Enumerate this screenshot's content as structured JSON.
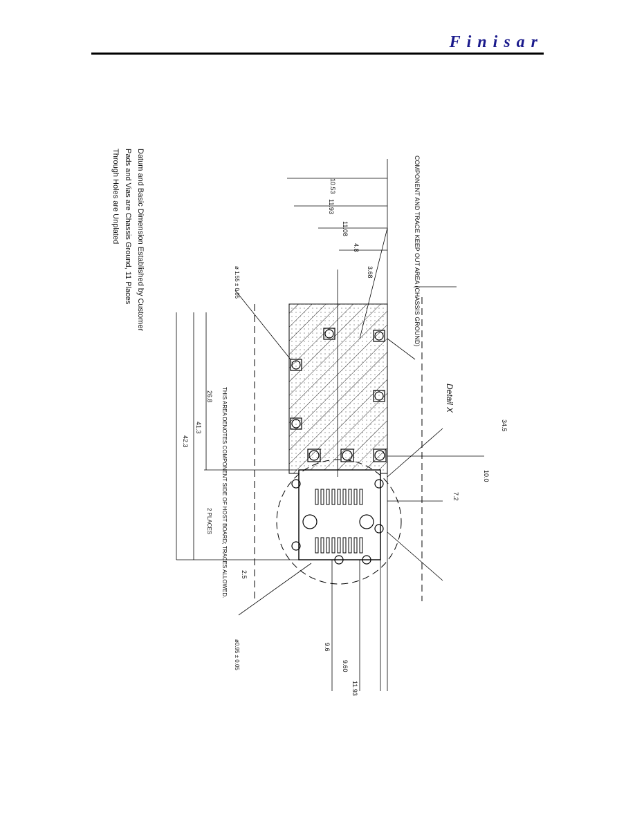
{
  "header": {
    "brand": "Finisar"
  },
  "notes": [
    "Datum and Basic Dimension Established by Customer",
    "Pads and Vias are Chassis Ground, 11 Places",
    "Through Holes are Unplated"
  ],
  "callouts": {
    "component_area": "COMPONENT AND TRACE KEEP OUT AREA (CHASSIS GROUND)",
    "pad_area": "THIS AREA DENOTES COMPONENT SIDE OF HOST BOARD; TRACES ALLOWED.",
    "detail": "Detail X",
    "hole_note_places": "2 PLACES",
    "pad_note": "ø0.95 ± 0.05",
    "via_note": "ø 1.55 ± 0.05"
  },
  "dimensions": {
    "d1": "10.53",
    "d2": "11.93",
    "d3": "11.08",
    "d4": "4.8",
    "d5": "9.6",
    "d6": "3.68",
    "d7": "26.8",
    "d8": "41.3",
    "d9": "42.3",
    "d10": "7.2",
    "d11": "34.5",
    "d12": "10.0",
    "d13": "2.5",
    "d14": "9.60",
    "d15": "11.93"
  }
}
